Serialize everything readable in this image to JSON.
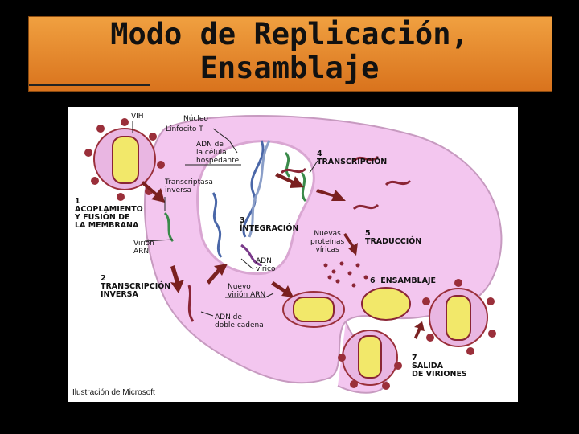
{
  "slide": {
    "title_line1": "Modo de Replicación,",
    "title_line2": "Ensamblaje"
  },
  "diagram": {
    "labels": {
      "vih": "VIH",
      "nucleo": "Núcleo",
      "linfocito": "Linfocito T",
      "adn_celula": "ADN de\nla célula\nhospedante",
      "transcriptasa": "Transcriptasa\ninversa",
      "virion_arn": "Virión\nARN",
      "adn_virico": "ADN\nvírico",
      "nuevo_virion": "Nuevo\nvirión ARN",
      "adn_doble": "ADN de\ndoble cadena",
      "nuevas_proteinas": "Nuevas\nproteínas\nvíricas"
    },
    "steps": {
      "s1": "1\nACOPLAMIENTO\nY FUSIÓN DE\nLA MEMBRANA",
      "s2": "2\nTRANSCRIPCIÓN\nINVERSA",
      "s3": "3\nINTEGRACIÓN",
      "s4": "4\nTRANSCRIPCIÓN",
      "s5": "5\nTRADUCCIÓN",
      "s6": "6  ENSAMBLAJE",
      "s7": "7\nSALIDA\nDE VIRIONES"
    },
    "credit": "Ilustración de Microsoft",
    "colors": {
      "cell": "#f3c6ef",
      "nucleus": "#ffffff",
      "virus_core": "#f2e86a",
      "virus_coat": "#e9b6e2",
      "spike": "#9a2f3a",
      "arrow": "#7a2020",
      "strand_blue": "#4a67a8",
      "strand_green": "#3a8a4a",
      "strand_maroon": "#8a2535"
    }
  }
}
